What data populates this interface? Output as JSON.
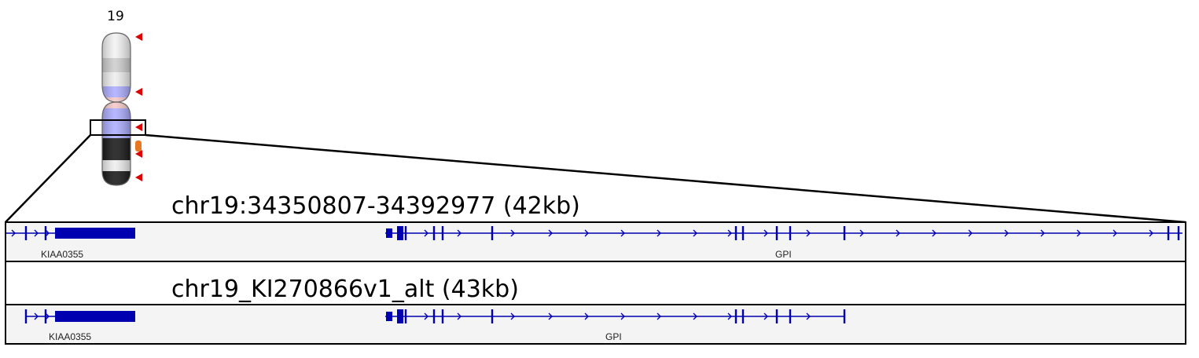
{
  "ideogram": {
    "chromosome_label": "19",
    "colors": {
      "marker_red": "#dd0000",
      "marker_orange": "#e87722",
      "band_blue": "#aaaaff",
      "centromere_pink": "#f4c6c6",
      "band_gray": "#cccccc",
      "band_black": "#111111"
    }
  },
  "regions": [
    {
      "title": "chr19:34350807-34392977 (42kb)",
      "genes": [
        {
          "name": "KIAA0355"
        },
        {
          "name": "GPI"
        }
      ]
    },
    {
      "title": "chr19_KI270866v1_alt (43kb)",
      "genes": [
        {
          "name": "KIAA0355"
        },
        {
          "name": "GPI"
        }
      ]
    }
  ],
  "colors": {
    "gene_blue": "#0000b0",
    "track_bg": "#f4f4f4",
    "track_border": "#000000"
  }
}
